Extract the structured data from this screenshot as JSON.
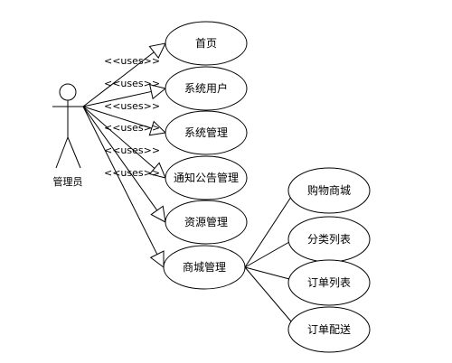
{
  "actor": {
    "name": "管理员"
  },
  "relation_label": "<<uses>>",
  "use_cases": [
    {
      "id": "home",
      "label": "首页"
    },
    {
      "id": "system-users",
      "label": "系统用户"
    },
    {
      "id": "system-management",
      "label": "系统管理"
    },
    {
      "id": "notice-management",
      "label": "通知公告管理"
    },
    {
      "id": "resource-management",
      "label": "资源管理"
    },
    {
      "id": "mall-management",
      "label": "商城管理"
    }
  ],
  "sub_use_cases": [
    {
      "id": "shopping-mall",
      "label": "购物商城"
    },
    {
      "id": "category-list",
      "label": "分类列表"
    },
    {
      "id": "order-list",
      "label": "订单列表"
    },
    {
      "id": "order-delivery",
      "label": "订单配送"
    }
  ]
}
